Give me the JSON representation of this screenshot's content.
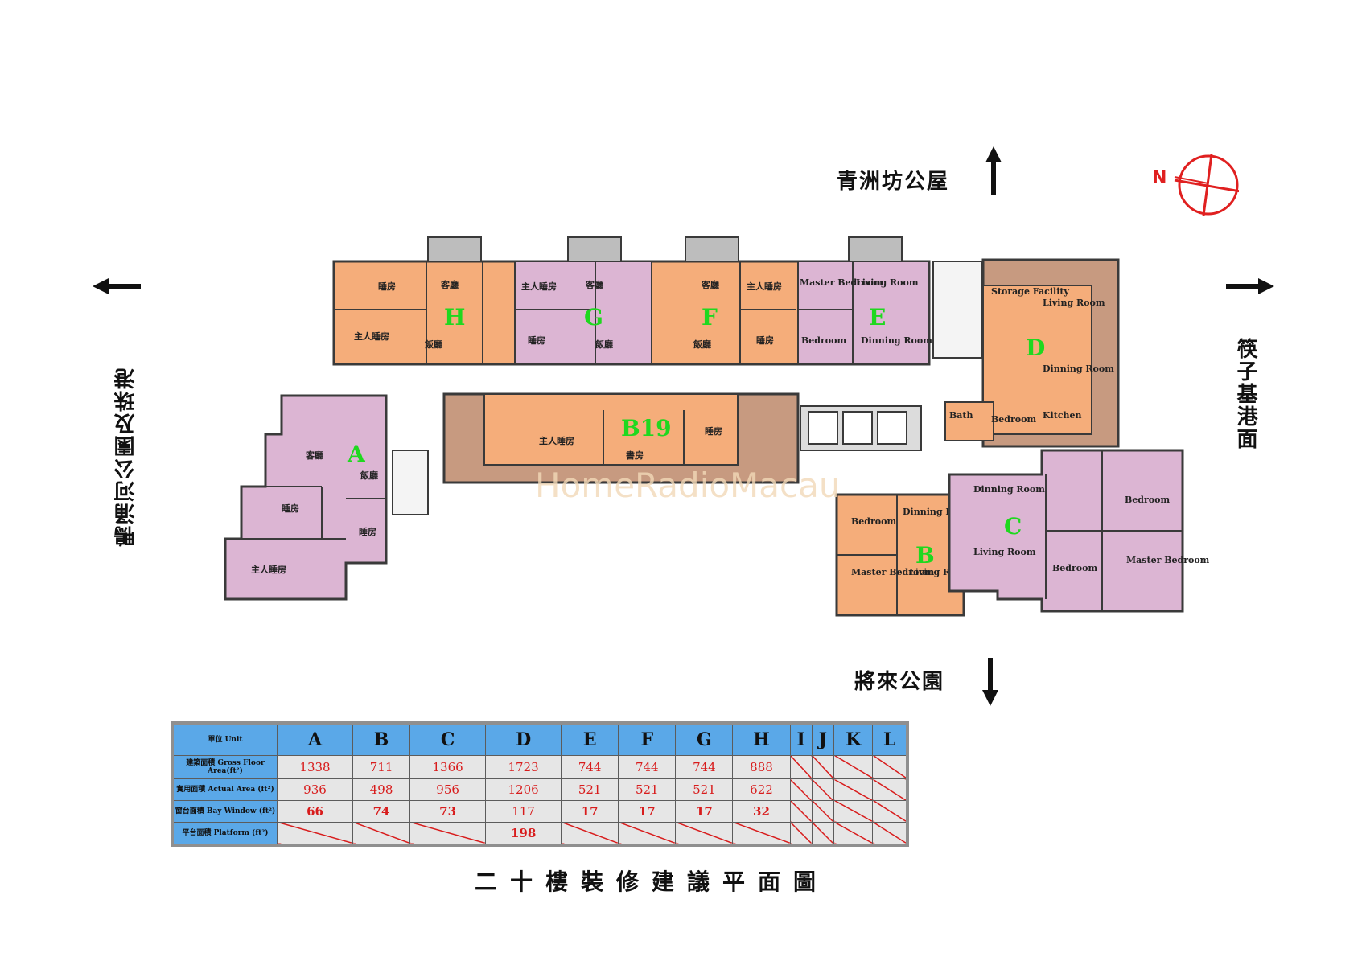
{
  "directions": {
    "north": "青洲坊公屋",
    "south": "將來公園",
    "west": "鴨涌河公園及珠港",
    "east": "筷子基港面"
  },
  "compass_label": "N",
  "watermark": "HomeRadioMacau",
  "units": {
    "A": "A",
    "B": "B",
    "C": "C",
    "D": "D",
    "E": "E",
    "F": "F",
    "G": "G",
    "H": "H",
    "B19": "B19"
  },
  "rooms": {
    "a_living": "客廳",
    "a_dining": "飯廳",
    "a_bed1": "睡房",
    "a_bed2": "睡房",
    "a_master": "主人睡房",
    "h_bed": "睡房",
    "h_living": "客廳",
    "h_master": "主人睡房",
    "h_dining": "飯廳",
    "g_master": "主人睡房",
    "g_living": "客廳",
    "g_bed": "睡房",
    "g_dining": "飯廳",
    "f_living": "客廳",
    "f_master": "主人睡房",
    "f_dining": "飯廳",
    "f_bed": "睡房",
    "e_master": "Master Bedroom",
    "e_living": "Living Room",
    "e_bed": "Bedroom",
    "e_dining": "Dinning Room",
    "d_living": "Living Room",
    "d_dining": "Dinning Room",
    "d_storage": "Storage Facility",
    "d_kitchen": "Kitchen",
    "d_bath": "Bath",
    "d_bed": "Bedroom",
    "b19_master": "主人睡房",
    "b19_study": "書房",
    "b19_bed": "睡房",
    "b_bed": "Bedroom",
    "b_dining": "Dinning Room",
    "b_master": "Master Bedroom",
    "b_living": "Living Room",
    "c_dining": "Dinning Room",
    "c_living": "Living Room",
    "c_bed1": "Bedroom",
    "c_bed2": "Bedroom",
    "c_master": "Master Bedroom"
  },
  "area_table": {
    "header_label": "單位 Unit",
    "columns": [
      "A",
      "B",
      "C",
      "D",
      "E",
      "F",
      "G",
      "H",
      "I",
      "J",
      "K",
      "L"
    ],
    "rows": [
      {
        "label": "建築面積 Gross Floor Area(ft²)",
        "values": [
          "1338",
          "711",
          "1366",
          "1723",
          "744",
          "744",
          "744",
          "888",
          "",
          "",
          "",
          ""
        ]
      },
      {
        "label": "實用面積 Actual Area (ft²)",
        "values": [
          "936",
          "498",
          "956",
          "1206",
          "521",
          "521",
          "521",
          "622",
          "",
          "",
          "",
          ""
        ]
      },
      {
        "label": "窗台面積 Bay Window (ft²)",
        "values": [
          "66",
          "74",
          "73",
          "117",
          "17",
          "17",
          "17",
          "32",
          "",
          "",
          "",
          ""
        ]
      },
      {
        "label": "平台面積 Platform (ft²)",
        "values": [
          "",
          "",
          "",
          "198",
          "",
          "",
          "",
          "",
          "",
          "",
          "",
          ""
        ]
      }
    ]
  },
  "caption": "二十樓裝修建議平面圖",
  "colors": {
    "orange": "#f5ad7a",
    "pink": "#dcb5d3",
    "brown_deck": "#c79a80",
    "wall": "#3a3a3a",
    "green_label": "#1fd81f",
    "table_header": "#5aa8e8",
    "red": "#d81c1c"
  }
}
